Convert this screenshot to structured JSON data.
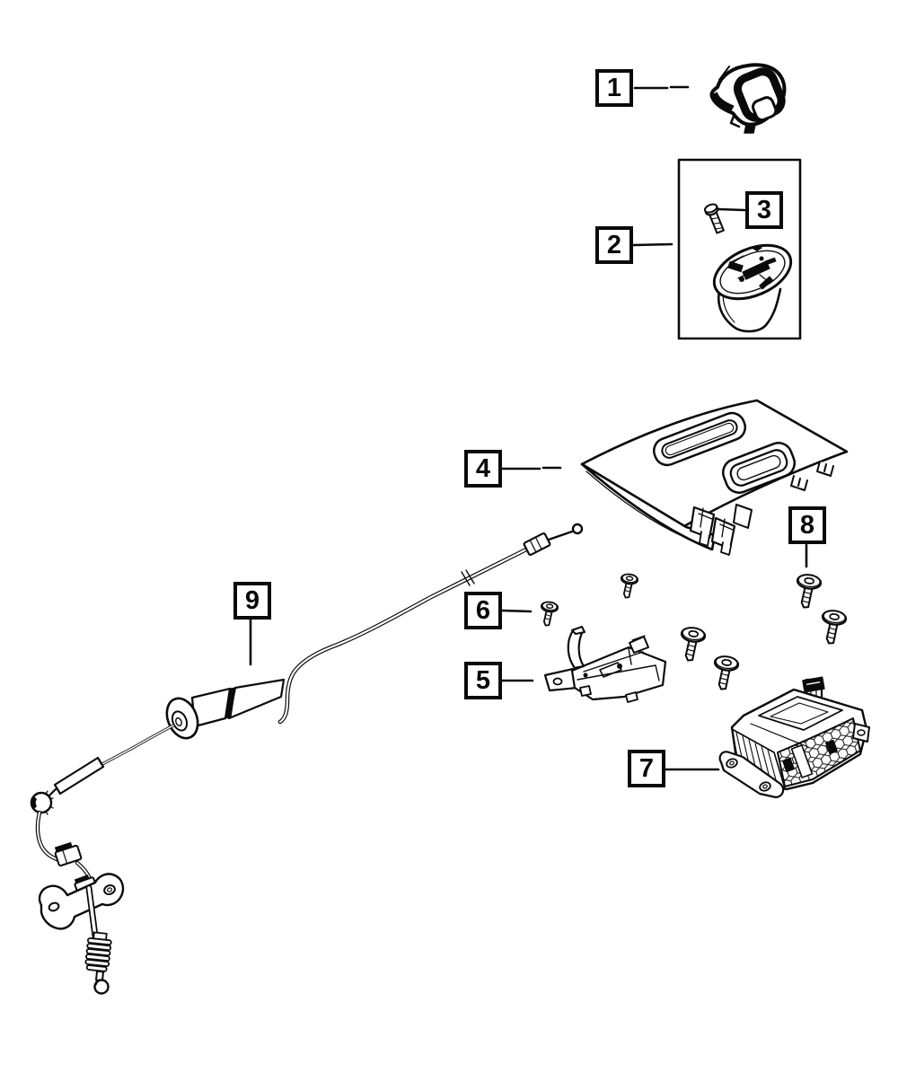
{
  "diagram": {
    "type": "exploded-parts-diagram",
    "background_color": "#ffffff",
    "line_color": "#0a0a0a",
    "callouts": [
      {
        "label": "1"
      },
      {
        "label": "2"
      },
      {
        "label": "3"
      },
      {
        "label": "4"
      },
      {
        "label": "5"
      },
      {
        "label": "6"
      },
      {
        "label": "7"
      },
      {
        "label": "8"
      },
      {
        "label": "9"
      }
    ]
  }
}
